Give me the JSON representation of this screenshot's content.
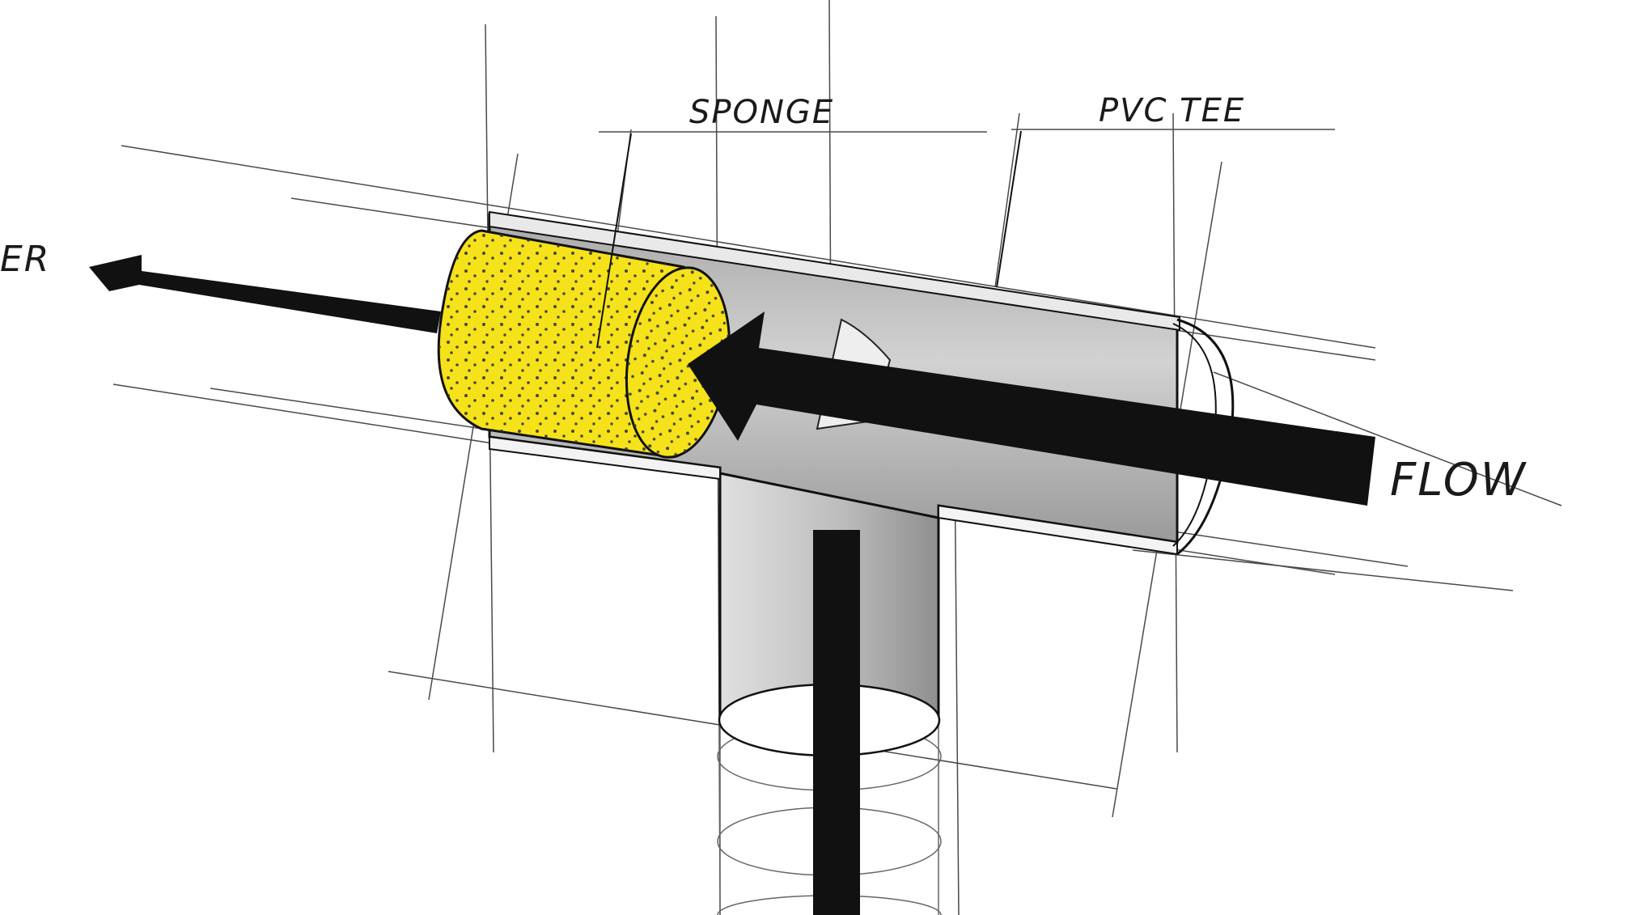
{
  "labels": {
    "sponge": "SPONGE",
    "pvc_tee": "PVC TEE",
    "flow": "FLOW",
    "left_cut": "ER"
  },
  "colors": {
    "sponge_fill": "#f5e21a",
    "pipe_shade": "#b9b9b9",
    "pipe_shade_dark": "#8c8c8c",
    "ink": "#111111",
    "construction_line": "#555555"
  },
  "icons": {
    "flow_arrow": "arrow-left",
    "outlet_arrow": "arrow-left",
    "down_pipe_bar": "vertical-bar"
  }
}
